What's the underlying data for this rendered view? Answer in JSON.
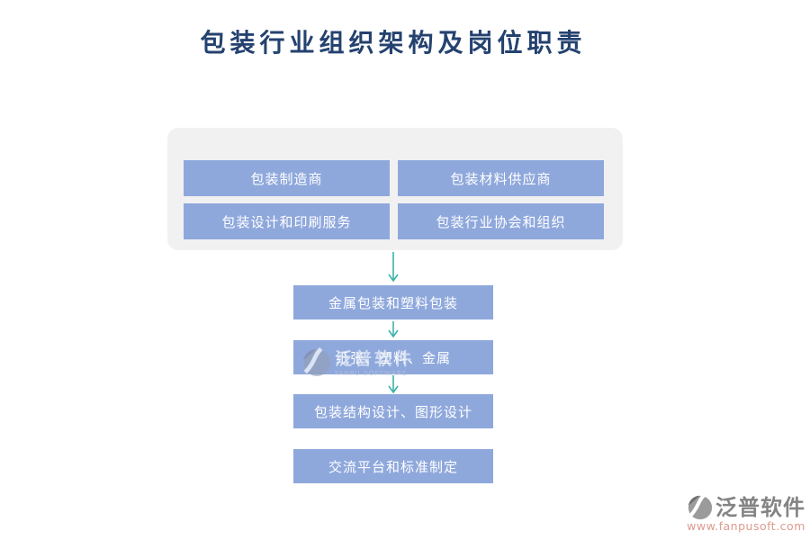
{
  "title": "包装行业组织架构及岗位职责",
  "top_group": {
    "items": [
      {
        "label": "包装制造商"
      },
      {
        "label": "包装材料供应商"
      },
      {
        "label": "包装设计和印刷服务"
      },
      {
        "label": "包装行业协会和组织"
      }
    ]
  },
  "flow": {
    "items": [
      {
        "label": "金属包装和塑料包装"
      },
      {
        "label": "纸张、塑料、金属"
      },
      {
        "label": "包装结构设计、图形设计"
      },
      {
        "label": "交流平台和标准制定"
      }
    ]
  },
  "watermark": {
    "name": "泛普软件",
    "subtext": "FANPU SOFTWARE"
  },
  "logo": {
    "name": "泛普软件",
    "url": "www.fanpusoft.com"
  },
  "icons": {
    "down_arrow": "↓ teal open-head connector",
    "fanpu_logo": "gray circle with white swoosh"
  },
  "colors": {
    "title_text": "#24426f",
    "node_fill": "#8fa8dc",
    "node_text": "#ffffff",
    "panel_fill": "#f1f1f2",
    "arrow": "#3ab3ab",
    "logo_text": "#848484",
    "logo_url": "#dc9b8e"
  }
}
